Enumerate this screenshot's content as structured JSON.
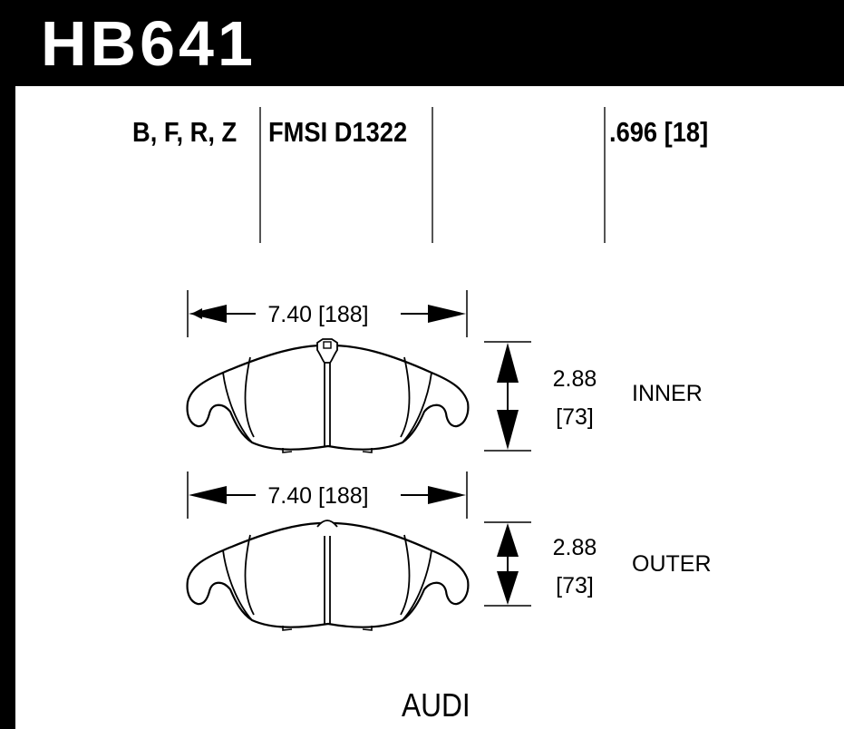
{
  "header": {
    "part_number": "HB641",
    "compounds": "B, F, R, Z",
    "fmsi": "FMSI D1322",
    "thickness": ".696 [18]"
  },
  "pads": [
    {
      "width_label": "7.40 [188]",
      "height_in": "2.88",
      "height_mm": "[73]",
      "position": "INNER"
    },
    {
      "width_label": "7.40 [188]",
      "height_in": "2.88",
      "height_mm": "[73]",
      "position": "OUTER"
    }
  ],
  "footer": {
    "make": "AUDI"
  },
  "colors": {
    "background": "#ffffff",
    "ink": "#000000",
    "divider": "#555555"
  }
}
